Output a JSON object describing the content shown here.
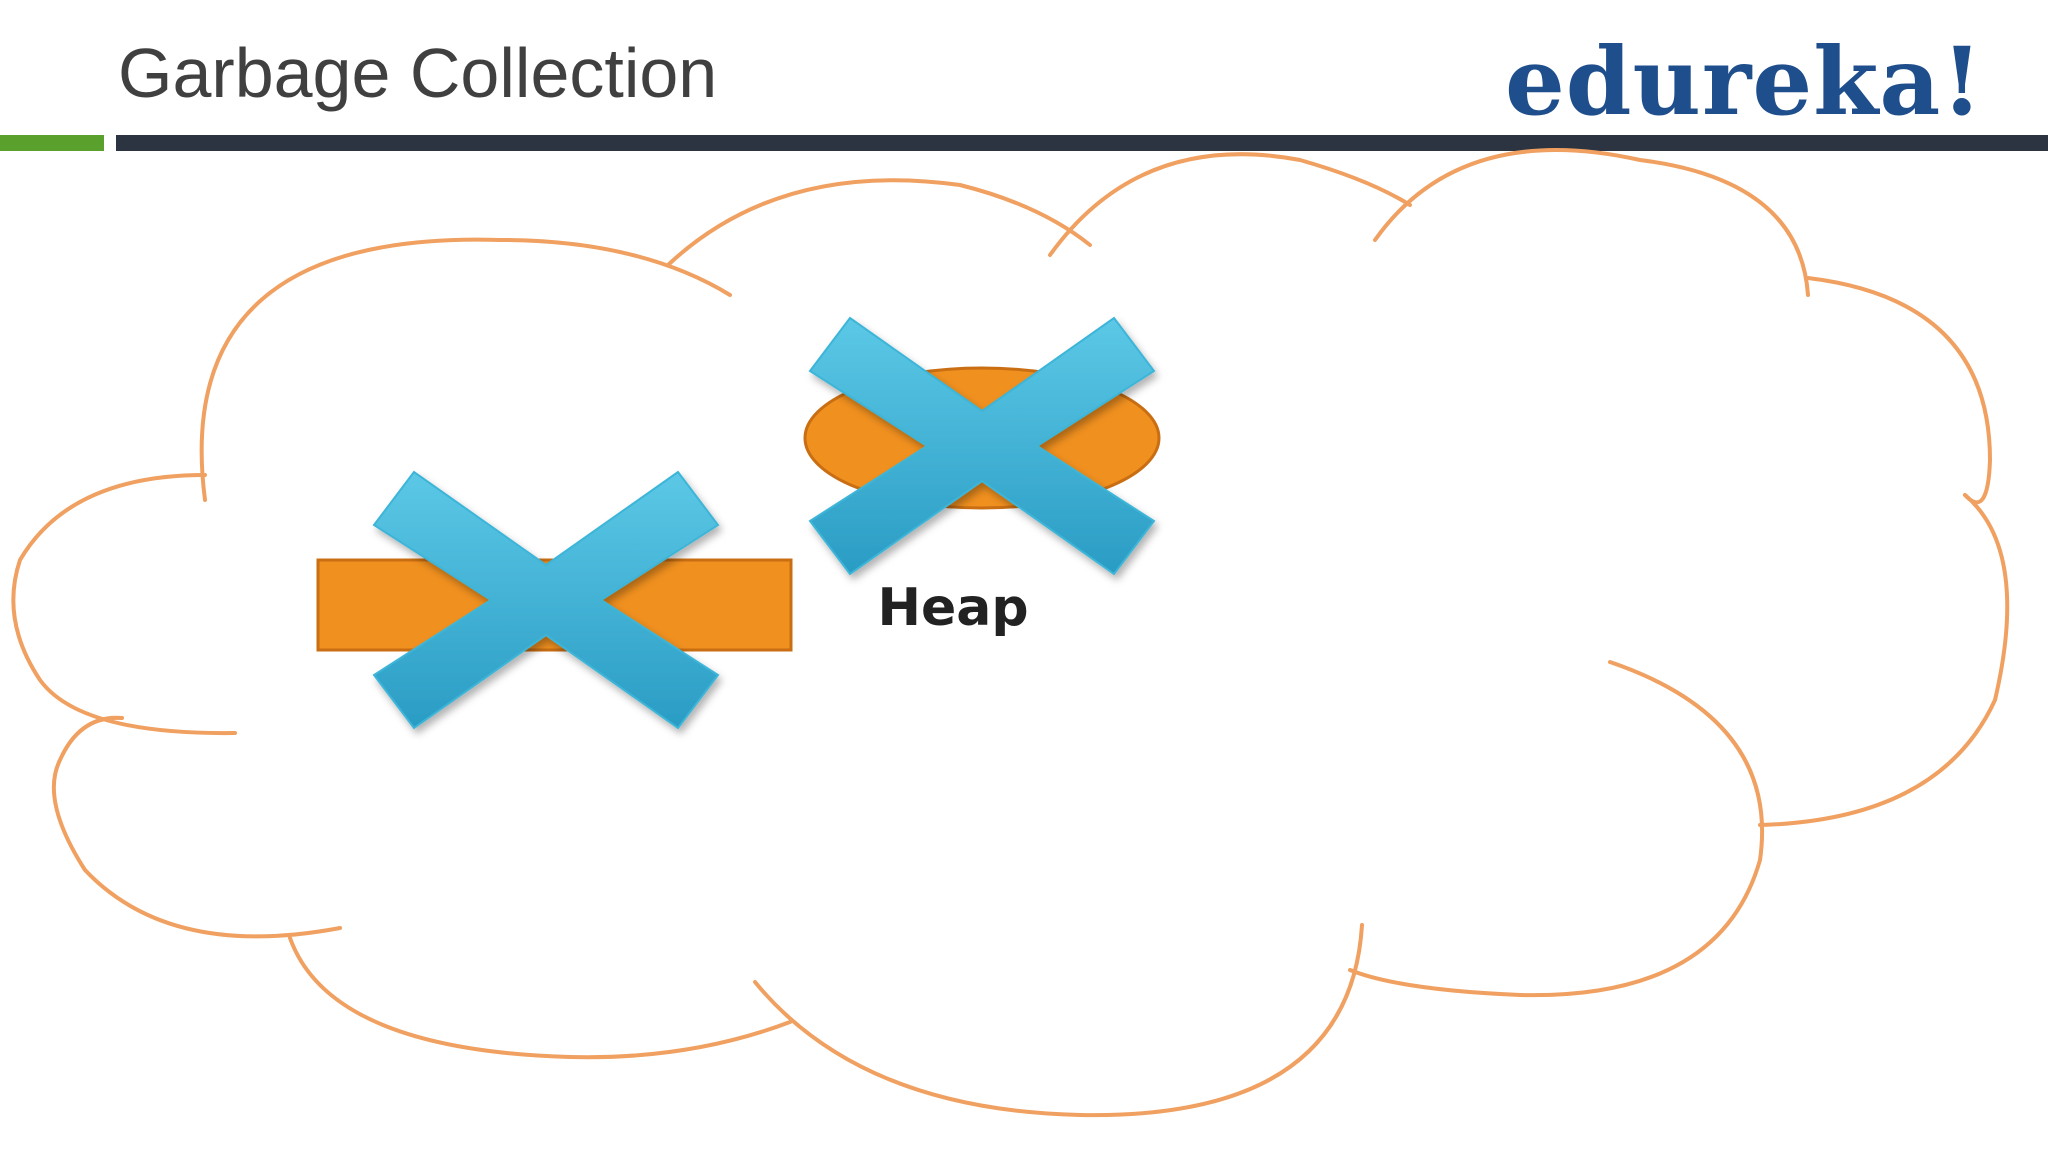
{
  "header": {
    "title": "Garbage Collection",
    "logo_text": "edureka!",
    "logo_color": "#1f4e8c",
    "accent_color": "#5aa02c",
    "rule_color": "#2b3440"
  },
  "diagram": {
    "cloud_label": "Heap",
    "cloud_stroke_color": "#f0a060",
    "object_fill_color": "#f0901f",
    "object_stroke_color": "#c96e12",
    "cross_color": "#3db5d8",
    "objects": [
      {
        "shape": "rectangle",
        "status": "crossed-out"
      },
      {
        "shape": "ellipse",
        "status": "crossed-out"
      }
    ]
  }
}
